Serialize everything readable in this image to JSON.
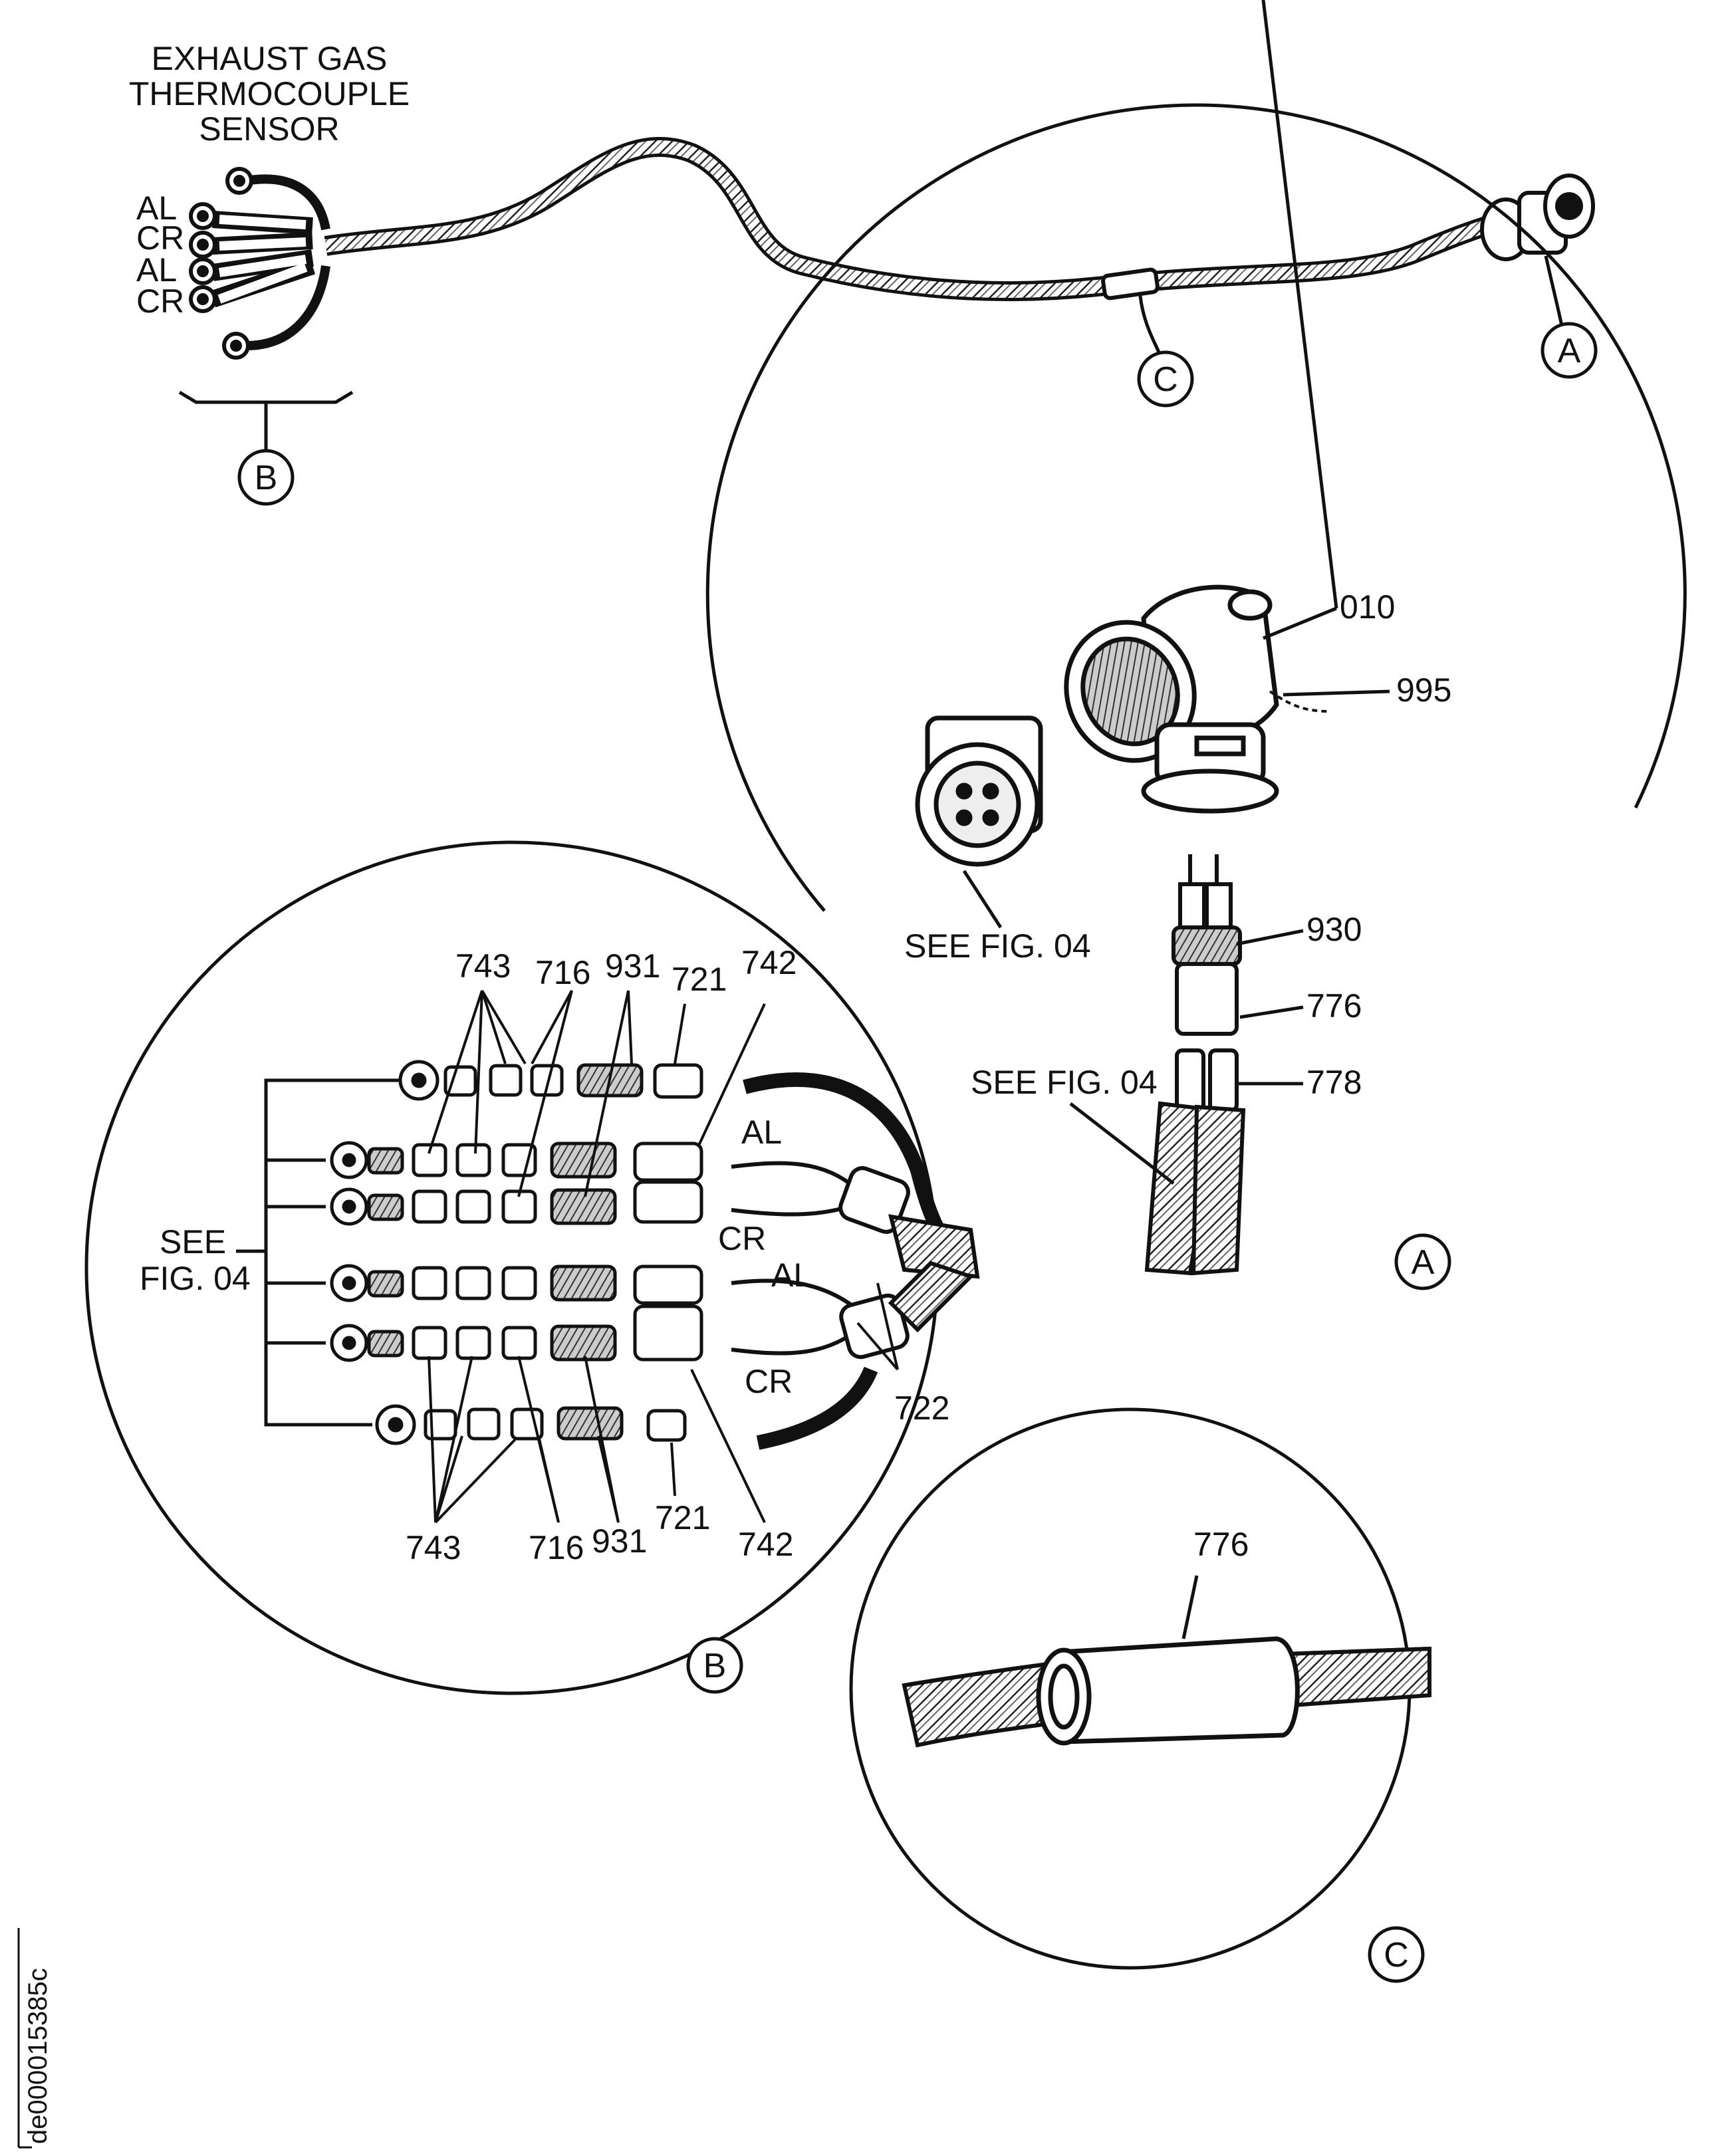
{
  "title": {
    "line1": "EXHAUST  GAS",
    "line2": "THERMOCOUPLE",
    "line3": "SENSOR"
  },
  "wire_labels": {
    "al": "AL",
    "cr": "CR"
  },
  "views": {
    "a": "A",
    "b": "B",
    "c": "C"
  },
  "parts": {
    "p010": "010",
    "p995": "995",
    "p930": "930",
    "p776": "776",
    "p778": "778",
    "p743": "743",
    "p716": "716",
    "p931": "931",
    "p721": "721",
    "p742": "742",
    "p722": "722"
  },
  "references": {
    "see_fig_04": "SEE FIG. 04",
    "see_fig_04_spaced": "SEE  FIG. 04",
    "see": "SEE",
    "fig_04": "FIG. 04"
  },
  "drawing_id": "de000015385c"
}
